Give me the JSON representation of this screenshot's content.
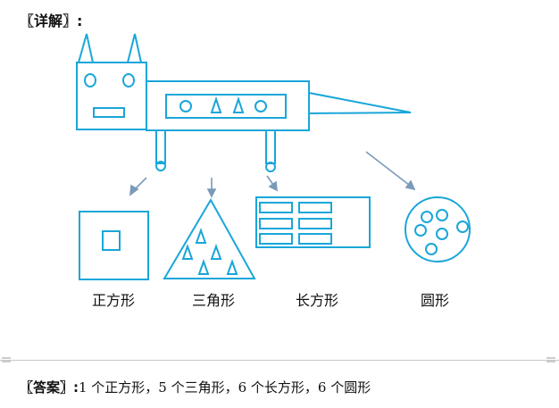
{
  "header": {
    "title": "〖详解〗:"
  },
  "shapes": {
    "square_label": "正方形",
    "triangle_label": "三角形",
    "rectangle_label": "长方形",
    "circle_label": "圆形"
  },
  "answer": {
    "label": "〖答案〗:",
    "text": "1 个正方形，5 个三角形，6 个长方形，6 个圆形"
  },
  "colors": {
    "line": "#1aa6d9",
    "arrow": "#7a9ab8"
  }
}
